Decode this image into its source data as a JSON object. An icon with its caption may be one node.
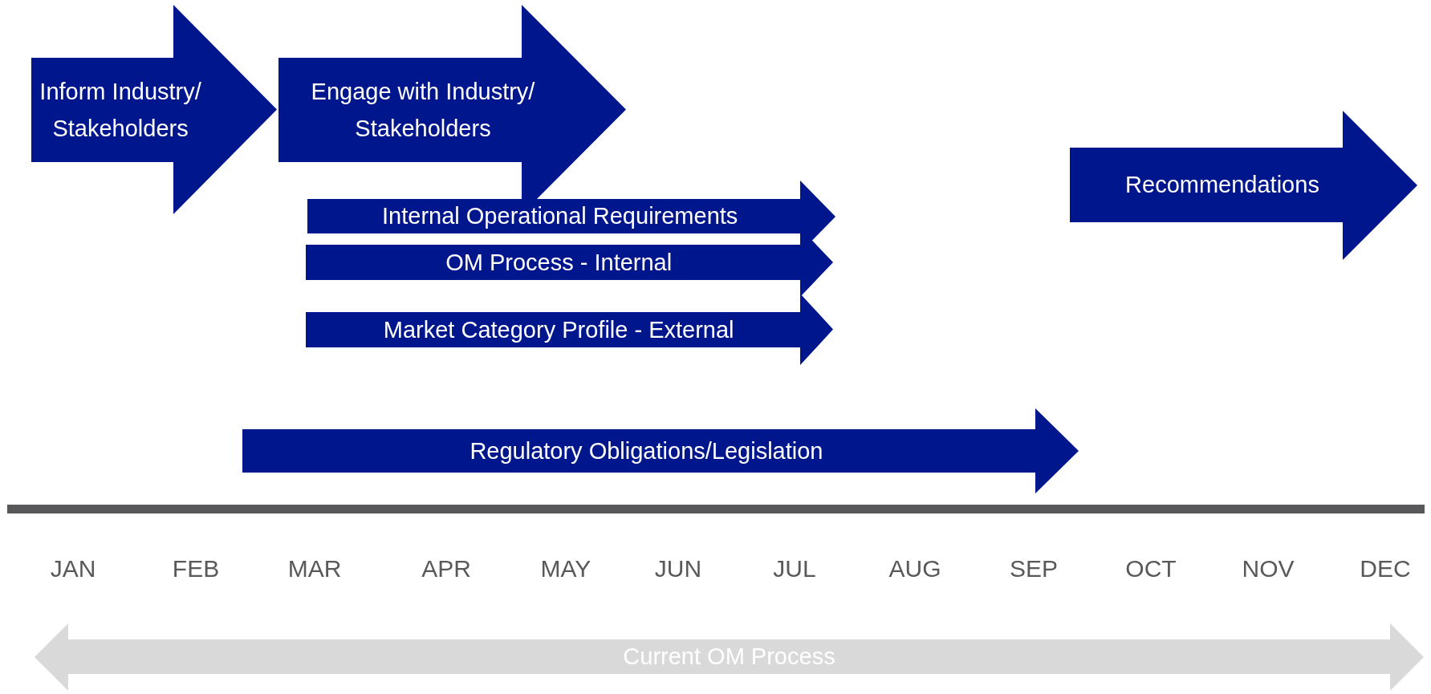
{
  "diagram": {
    "nodes": [
      {
        "text": [
          "Inform Industry/ Stakeholders"
        ]
      },
      {
        "text": [
          "Engage with Industry/ Stakeholders"
        ]
      },
      {
        "text": [
          "Recommendations"
        ]
      },
      {
        "text": [
          "Internal Operational Requirements"
        ]
      },
      {
        "text": [
          "OM Process - Internal"
        ]
      },
      {
        "text": [
          "Market Category Profile - External"
        ]
      },
      {
        "text": [
          "Regulatory Obligations/Legislation"
        ]
      },
      {
        "text": [
          "Current OM Process"
        ]
      }
    ],
    "labels": [
      "JAN",
      "FEB",
      "MAR",
      "APR",
      "MAY",
      "JUN",
      "JUL",
      "AUG",
      "SEP",
      "OCT",
      "NOV",
      "DEC"
    ]
  }
}
